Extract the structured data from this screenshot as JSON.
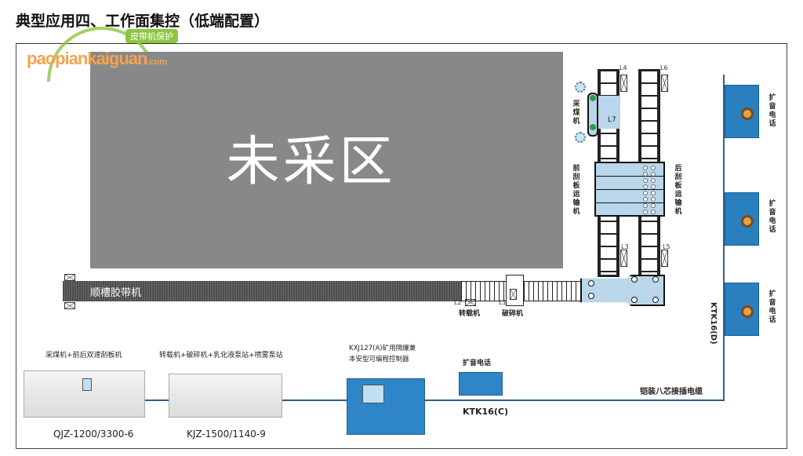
{
  "title": "典型应用四、工作面集控（低端配置）",
  "watermark": {
    "site": "paopiankaiguan",
    "tld": ".com",
    "tag": "皮带机保护"
  },
  "unmined_area": "未采区",
  "belt_label": "顺槽胶带机",
  "equipment": {
    "reloader": "转载机",
    "crusher": "破碎机",
    "shearer": "采煤机",
    "front_conveyor": "前刮板运输机",
    "rear_conveyor": "后刮板运输机",
    "shearer_tag": "L7"
  },
  "markers": {
    "l1": "L1",
    "l2": "L2",
    "l3": "L3",
    "l4": "L4",
    "l5": "L5",
    "l6": "L6"
  },
  "phones": {
    "label": "扩音电话",
    "vertical_model": "KTK16(D)"
  },
  "bottom": {
    "dev1_caption": "采煤机+前后双速刮板机",
    "dev1_model": "QJZ-1200/3300-6",
    "dev2_caption": "转载机+破碎机+乳化液泵站+喷雾泵站",
    "dev2_model": "KJZ-1500/1140-9",
    "ctrl_caption_1": "KXJ127(A)矿用隔爆兼",
    "ctrl_caption_2": "本安型可编程控制器",
    "phone_caption": "扩音电话",
    "phone_model": "KTK16(C)",
    "cable_label": "铠装八芯接插电缆"
  }
}
